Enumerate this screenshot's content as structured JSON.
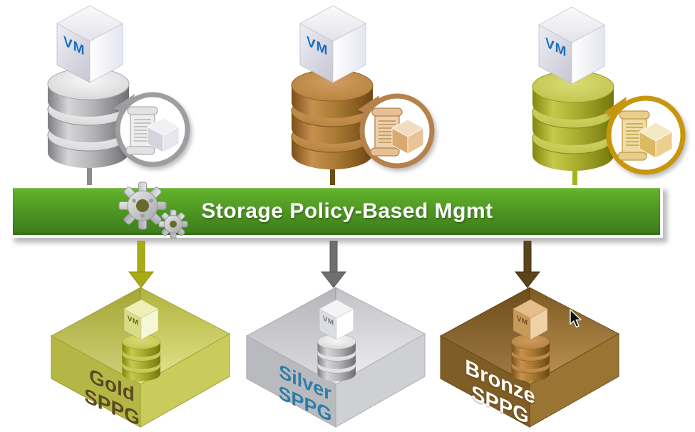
{
  "banner": {
    "title": "Storage Policy-Based Mgmt",
    "background_top": "#69b830",
    "background_bottom": "#3d7c1a",
    "text_color": "#ffffff"
  },
  "icons": {
    "gears": "gears-icon",
    "vm_cube": "vm-cube-icon",
    "disk_stack": "disk-stack-icon",
    "policy_badge": "policy-scroll-and-cube-icon",
    "cursor": "mouse-arrow-icon"
  },
  "vm_groups": [
    {
      "tier": "silver",
      "vm_label": "VM",
      "disk_color": "#aeaeb0",
      "badge_ring": "#9e9ea0",
      "line_color": "#8c8c8e"
    },
    {
      "tier": "bronze",
      "vm_label": "VM",
      "disk_color": "#a97a33",
      "badge_ring": "#b5824c",
      "line_color": "#6b4f1a"
    },
    {
      "tier": "gold",
      "vm_label": "VM",
      "disk_color": "#a9ac2e",
      "badge_ring": "#c8960c",
      "line_color": "#a3b51e"
    }
  ],
  "sppg_boxes": [
    {
      "tier": "gold",
      "line1": "Gold",
      "line2": "SPPG",
      "vm_label": "VM",
      "box_color": "#c3c657",
      "label_color": "#5a4a1e",
      "arrow_color": "#a8ab16"
    },
    {
      "tier": "silver",
      "line1": "Silver",
      "line2": "SPPG",
      "vm_label": "VM",
      "box_color": "#c6c7ca",
      "label_color": "#2e7ca8",
      "arrow_color": "#6f6f71"
    },
    {
      "tier": "bronze",
      "line1": "Bronze",
      "line2": "SPPG",
      "vm_label": "VM",
      "box_color": "#9a7433",
      "label_color": "#ffffff",
      "arrow_color": "#5b431c"
    }
  ]
}
